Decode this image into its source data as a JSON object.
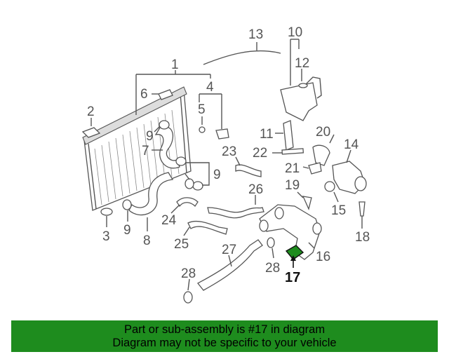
{
  "diagram": {
    "callouts": [
      "1",
      "2",
      "3",
      "4",
      "5",
      "6",
      "7",
      "8",
      "9",
      "9",
      "9",
      "10",
      "11",
      "12",
      "13",
      "14",
      "15",
      "16",
      "17",
      "18",
      "19",
      "20",
      "21",
      "22",
      "23",
      "24",
      "25",
      "26",
      "27",
      "28",
      "28"
    ],
    "highlighted_part": "17",
    "highlight_color": "#1e8c1e"
  },
  "banner": {
    "line1": "Part or sub-assembly is #17 in diagram",
    "line2": "Diagram may not be specific to your vehicle",
    "background": "#1e8c1e"
  }
}
